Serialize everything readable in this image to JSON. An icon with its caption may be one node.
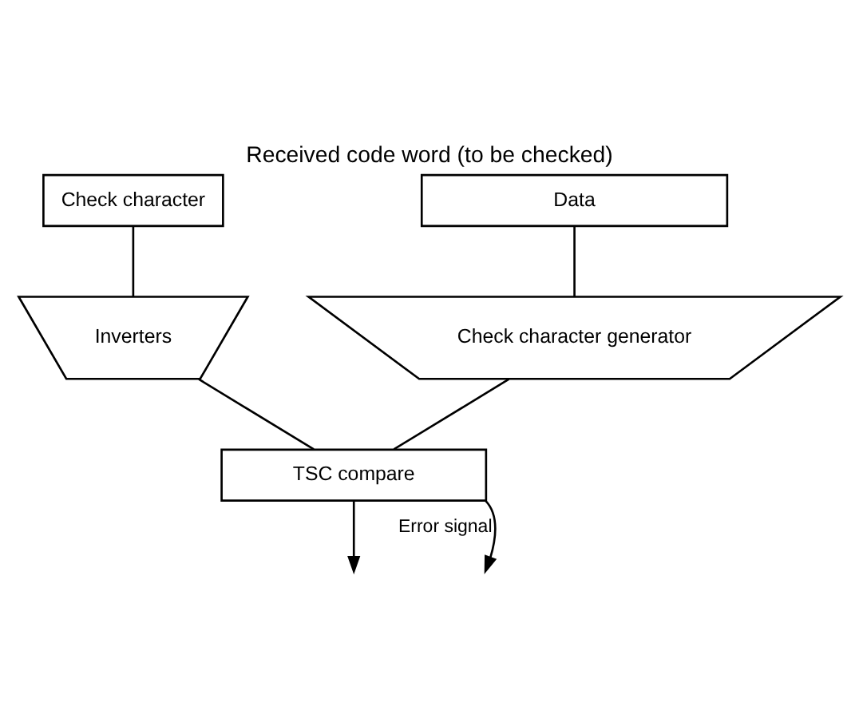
{
  "diagram": {
    "title": "Received code word (to be checked)",
    "nodes": [
      {
        "text": [
          "Check character"
        ]
      },
      {
        "text": [
          "Data"
        ]
      },
      {
        "text": [
          "Inverters"
        ]
      },
      {
        "text": [
          "Check character generator"
        ]
      },
      {
        "text": [
          "TSC compare"
        ]
      }
    ],
    "edges": [
      {
        "from": 0,
        "to": 2,
        "arrow": "none"
      },
      {
        "from": 1,
        "to": 3,
        "arrow": "none"
      },
      {
        "from": 2,
        "to": 4,
        "arrow": "none"
      },
      {
        "from": 3,
        "to": 4,
        "arrow": "none"
      },
      {
        "from": 4,
        "to": null,
        "arrow": "to",
        "label": "Error signal"
      },
      {
        "from": 4,
        "to": null,
        "arrow": "to"
      }
    ]
  }
}
